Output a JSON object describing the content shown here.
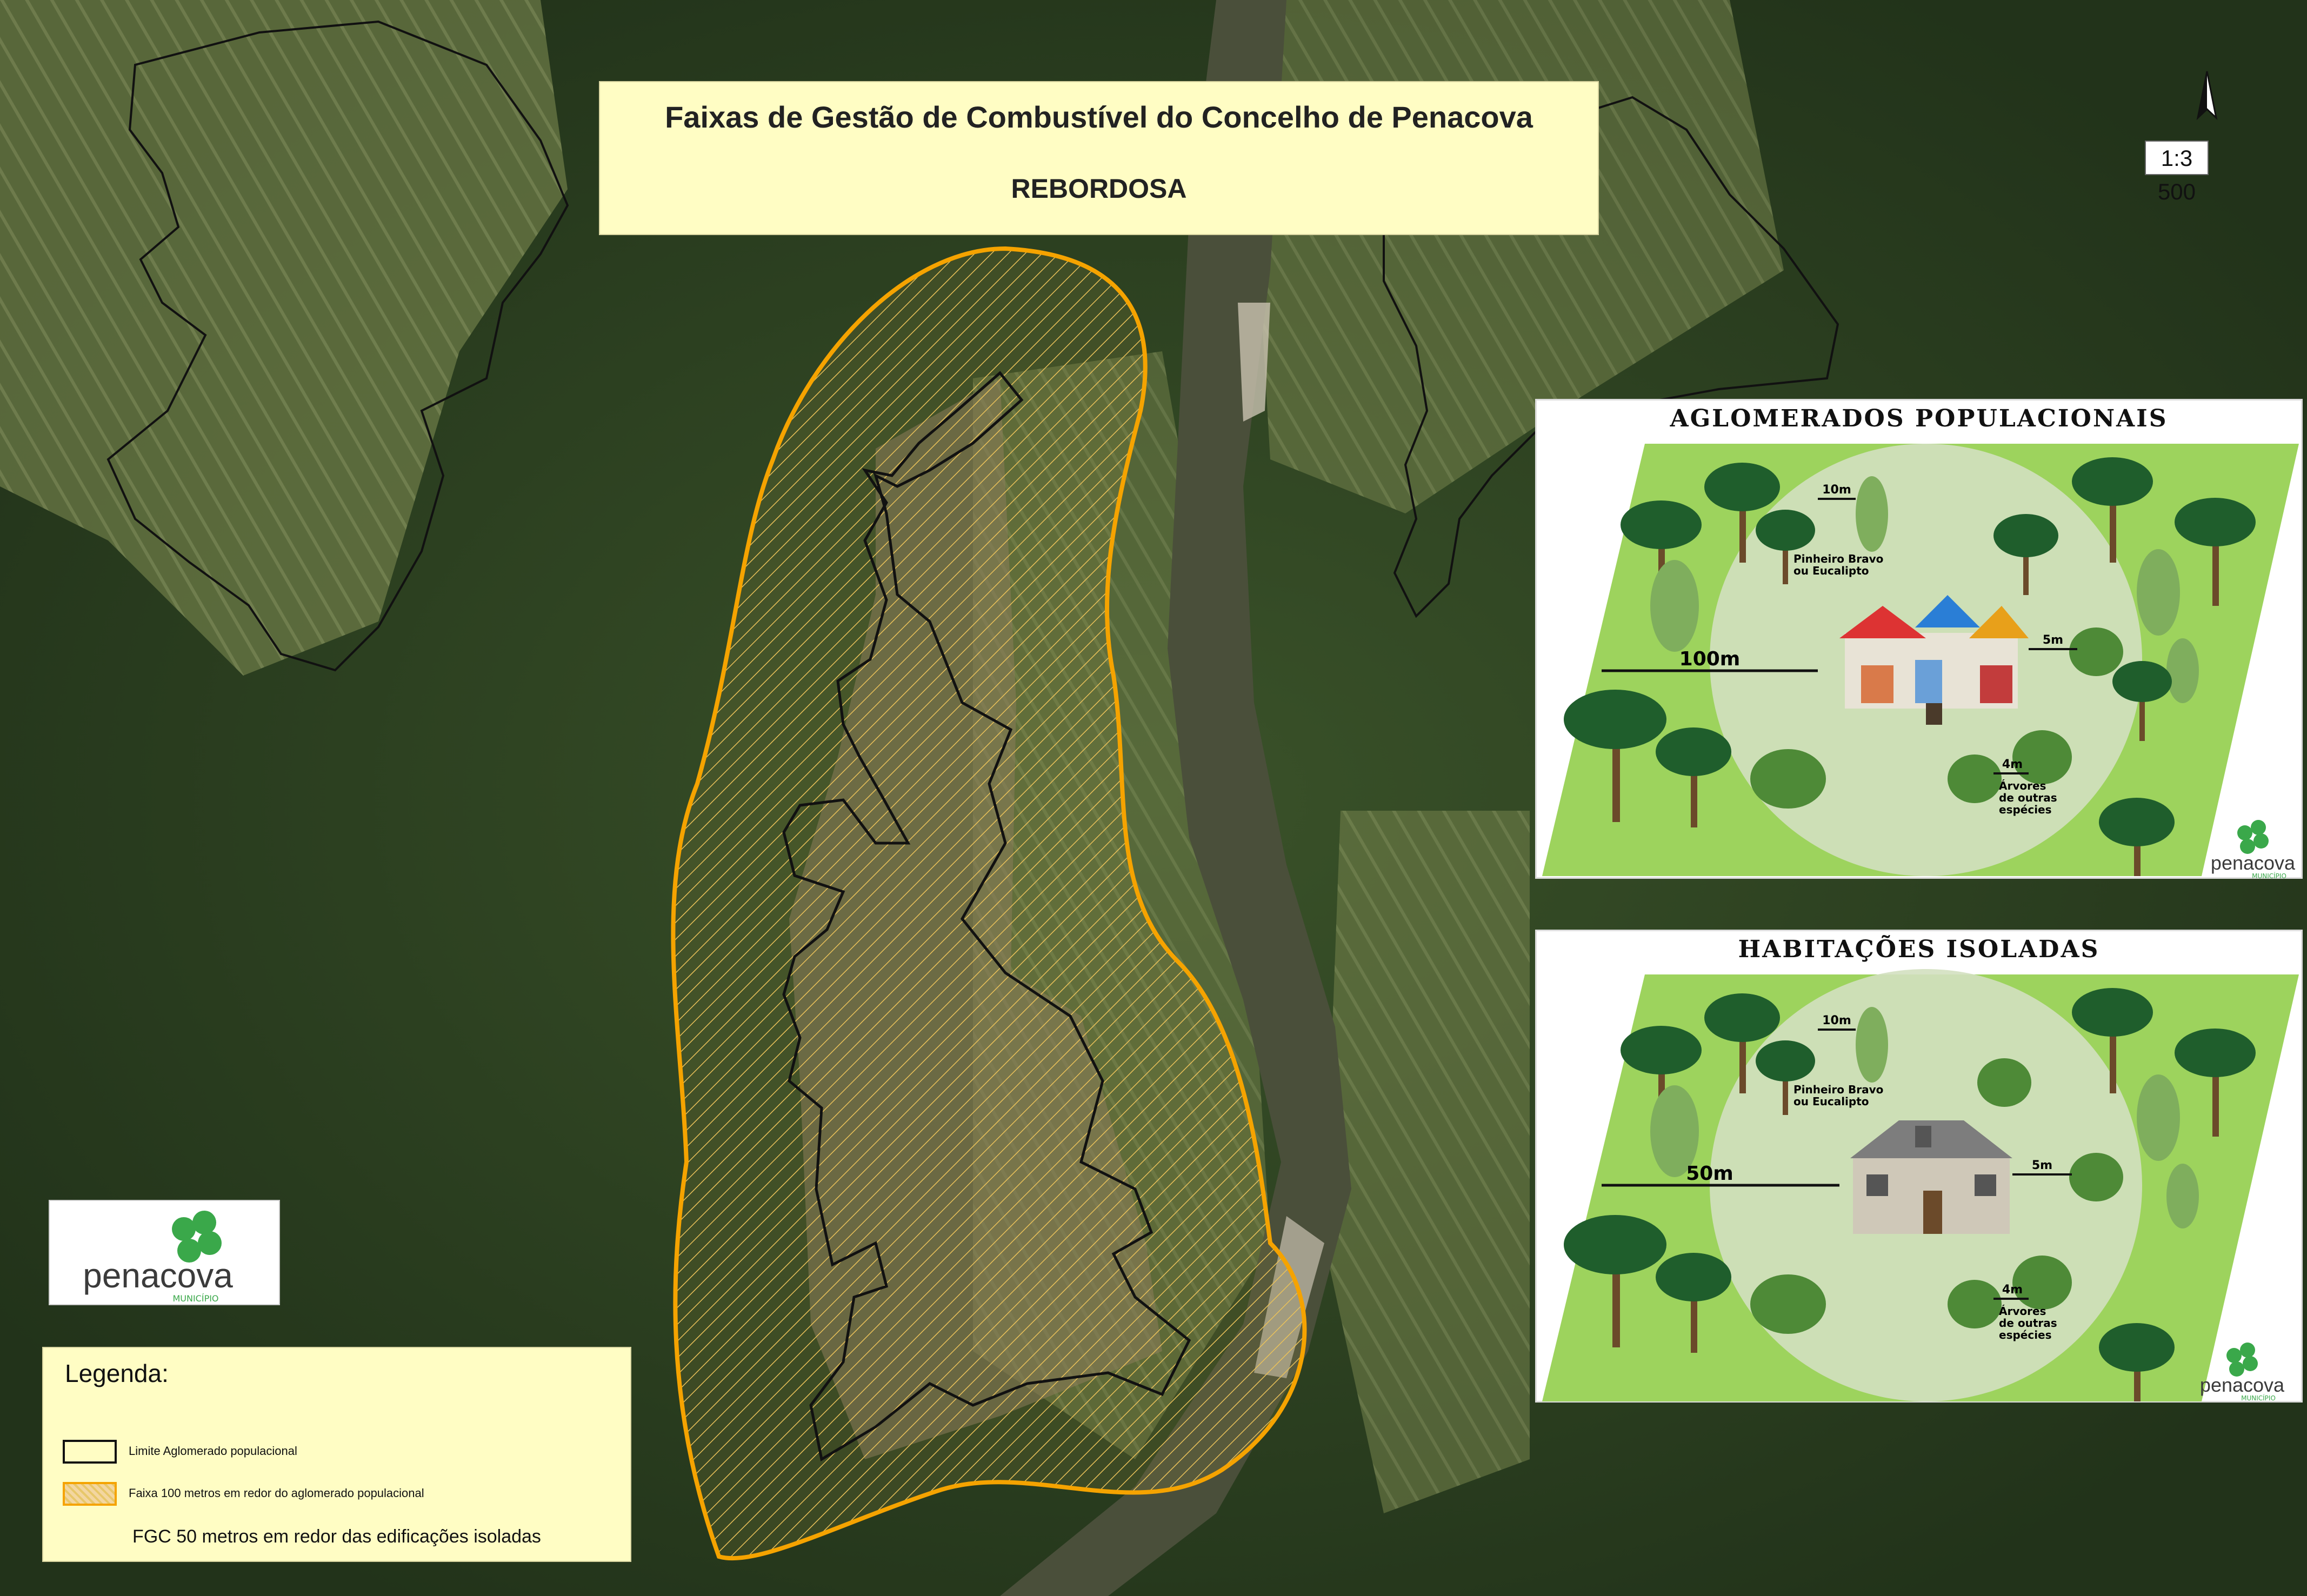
{
  "title": {
    "line1": "Faixas de Gestão de Combustível do Concelho de Penacova",
    "line2": "REBORDOSA"
  },
  "scale": "1:3 500",
  "north_arrow_label": "N",
  "panels": [
    {
      "title": "AGLOMERADOS POPULACIONAIS",
      "distance_main": "100m",
      "distance_pine": "10m",
      "distance_side": "5m",
      "distance_other": "4m",
      "label_pine": [
        "Pinheiro Bravo",
        "ou Eucalipto"
      ],
      "label_other": [
        "Árvores",
        "de outras",
        "espécies"
      ],
      "brand": "penacova",
      "brand_sub": "MUNICÍPIO"
    },
    {
      "title": "HABITAÇÕES ISOLADAS",
      "distance_main": "50m",
      "distance_pine": "10m",
      "distance_side": "5m",
      "distance_other": "4m",
      "label_pine": [
        "Pinheiro Bravo",
        "ou Eucalipto"
      ],
      "label_other": [
        "Árvores",
        "de outras",
        "espécies"
      ],
      "brand": "penacova",
      "brand_sub": "MUNICÍPIO"
    }
  ],
  "logo": {
    "name": "penacova",
    "sub": "MUNICÍPIO"
  },
  "legend": {
    "title": "Legenda:",
    "items": [
      {
        "label": "Limite Aglomerado populacional",
        "stroke": "#111111",
        "fill": "none"
      },
      {
        "label": "Faixa 100 metros em redor do aglomerado populacional",
        "stroke": "#f5a300",
        "fill": "hatch"
      }
    ],
    "isolated": "FGC 50 metros em redor das edificações isoladas"
  },
  "colors": {
    "buffer": "#f5a300",
    "boundary": "#111111",
    "river": "#4a4f3a",
    "forest": "#2f4424",
    "fields": "#7e8c56"
  }
}
